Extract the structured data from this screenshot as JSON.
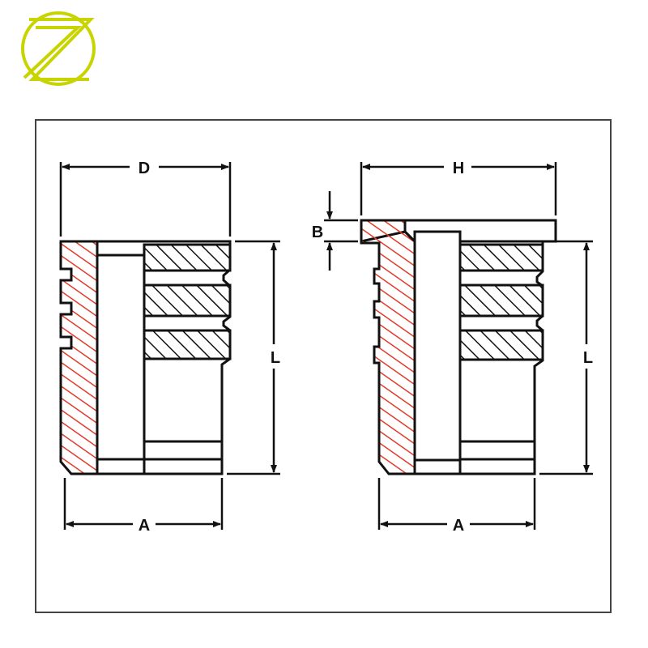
{
  "logo": {
    "letter": "Z",
    "stroke_color": "#c8d400"
  },
  "colors": {
    "section_hatch": "#e23b2a",
    "line": "#111111",
    "frame": "#444444"
  },
  "left_view": {
    "dim_top": "D",
    "dim_side": "L",
    "dim_bottom": "A"
  },
  "right_view": {
    "dim_top": "H",
    "dim_flange": "B",
    "dim_side": "L",
    "dim_bottom": "A"
  }
}
